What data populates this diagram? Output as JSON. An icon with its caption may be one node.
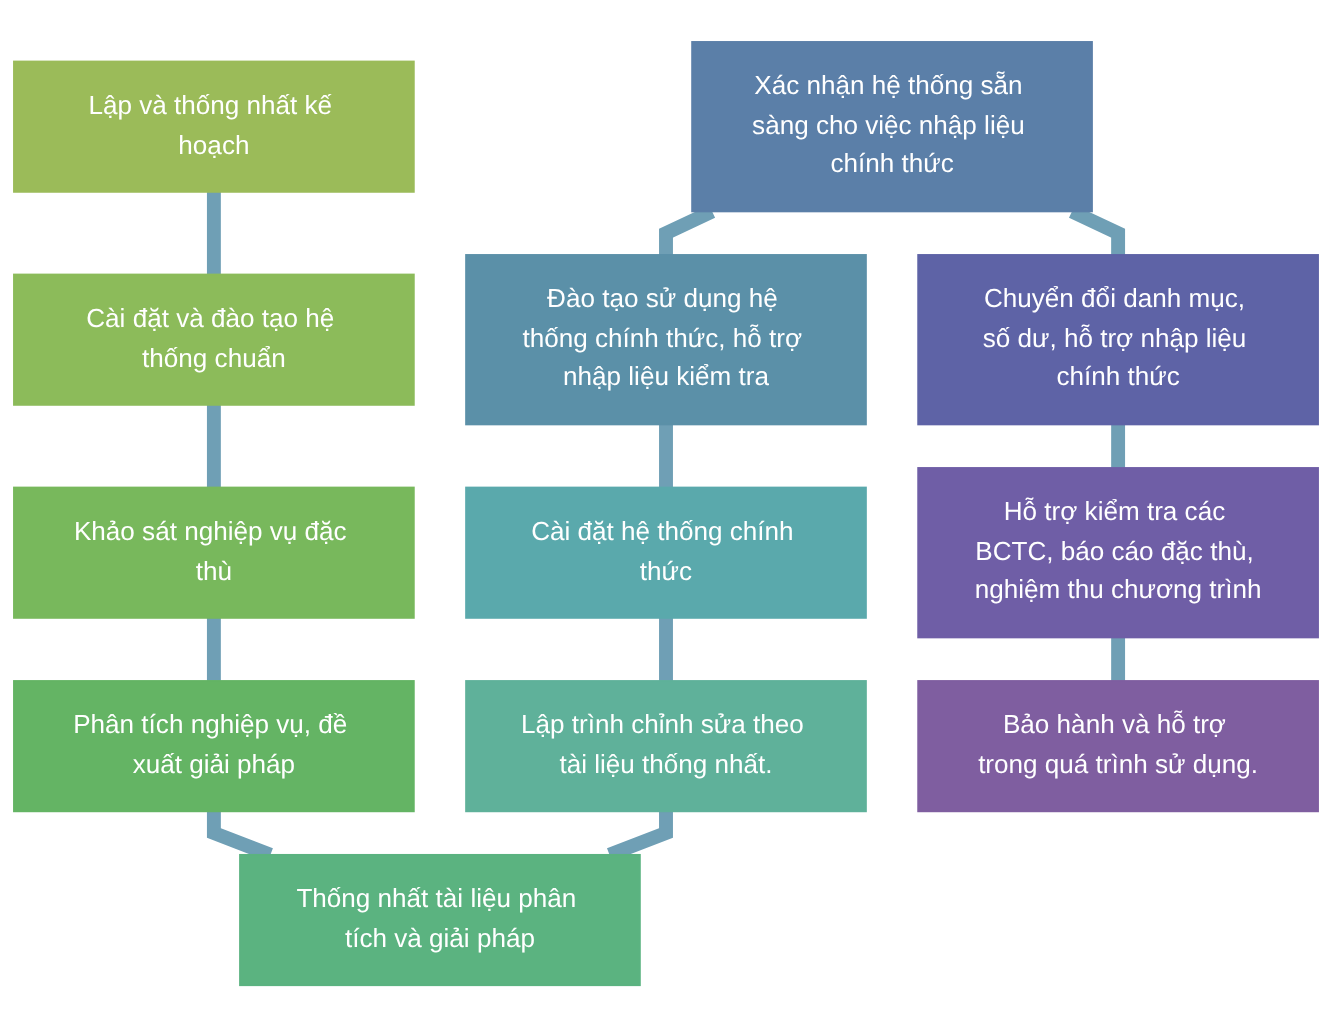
{
  "diagram": {
    "nodes": [
      {
        "text": [
          "Lập và thống nhất kế hoạch"
        ]
      },
      {
        "text": [
          "Cài đặt và đào tạo hệ thống chuẩn"
        ]
      },
      {
        "text": [
          "Khảo sát nghiệp vụ đặc thù"
        ]
      },
      {
        "text": [
          "Phân tích nghiệp vụ, đề xuất giải pháp"
        ]
      },
      {
        "text": [
          "Thống nhất tài liệu phân tích và giải pháp"
        ]
      },
      {
        "text": [
          "Lập trình chỉnh sửa theo tài liệu thống nhất."
        ]
      },
      {
        "text": [
          "Cài đặt hệ thống chính thức"
        ]
      },
      {
        "text": [
          "Đào tạo sử dụng hệ thống chính thức, hỗ trợ nhập liệu kiểm tra"
        ]
      },
      {
        "text": [
          "Xác nhận hệ thống sẵn sàng cho việc nhập liệu chính thức"
        ]
      },
      {
        "text": [
          "Chuyển đổi danh mục, số dư, hỗ trợ nhập liệu chính thức"
        ]
      },
      {
        "text": [
          "Hỗ trợ kiểm tra các BCTC, báo cáo đặc thù, nghiệm thu chương trình"
        ]
      },
      {
        "text": [
          "Bảo hành và hỗ trợ trong quá trình sử dụng."
        ]
      }
    ],
    "edges": [
      {
        "from": 0,
        "to": 1,
        "arrow": "none"
      },
      {
        "from": 1,
        "to": 2,
        "arrow": "none"
      },
      {
        "from": 2,
        "to": 3,
        "arrow": "none"
      },
      {
        "from": 3,
        "to": 4,
        "arrow": "none"
      },
      {
        "from": 5,
        "to": 4,
        "arrow": "none"
      },
      {
        "from": 6,
        "to": 5,
        "arrow": "none"
      },
      {
        "from": 7,
        "to": 6,
        "arrow": "none"
      },
      {
        "from": 8,
        "to": 7,
        "arrow": "none"
      },
      {
        "from": 8,
        "to": 9,
        "arrow": "none"
      },
      {
        "from": 9,
        "to": 10,
        "arrow": "none"
      },
      {
        "from": 10,
        "to": 11,
        "arrow": "none"
      }
    ]
  }
}
